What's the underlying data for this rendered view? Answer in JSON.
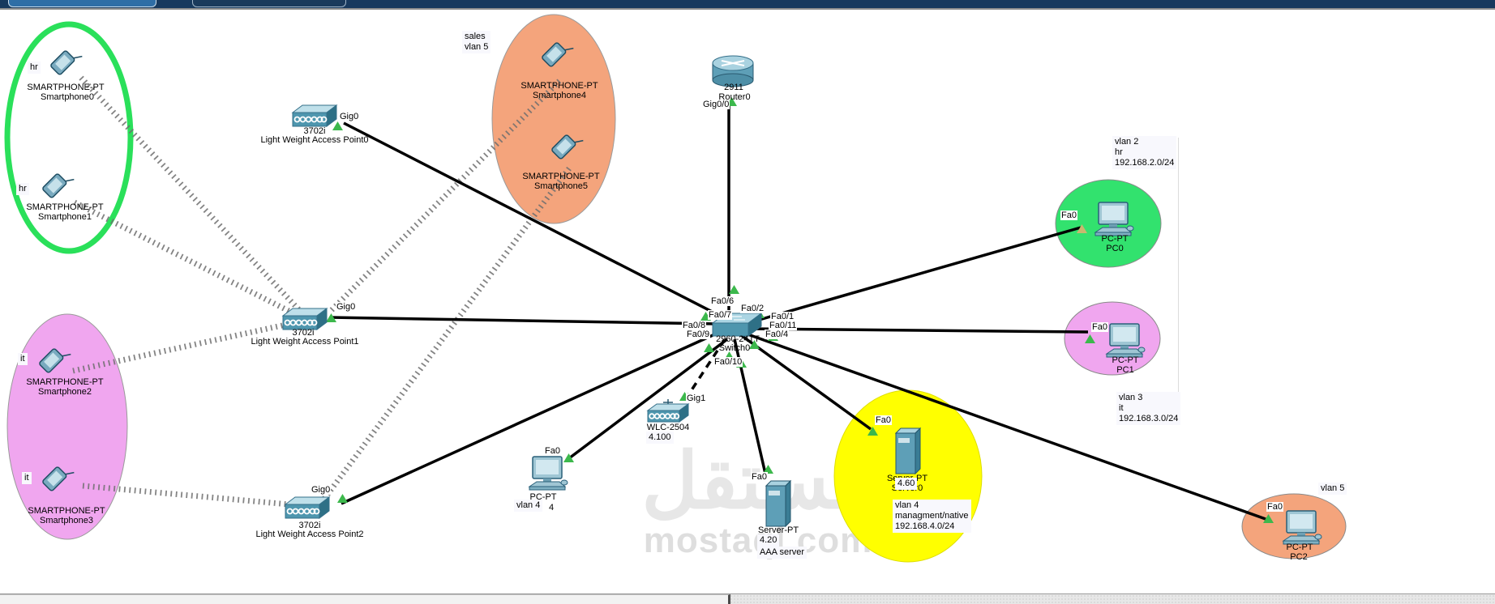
{
  "colors": {
    "hr_circle_stroke": "#2ae05a",
    "it_ellipse": "#f0a6ef",
    "sales_ellipse": "#f4a47c",
    "vlan2_ellipse": "#32e26e",
    "vlan3_ellipse": "#f0a6ef",
    "vlan4_ellipse": "#ffff00",
    "vlan5_ellipse": "#f4a47c",
    "link_up_triangle": "#3cb84c",
    "link_amber_triangle": "#c9b76f",
    "cable": "#000000",
    "wireless": "#6e6e6e"
  },
  "smartphones": [
    {
      "tag": "hr",
      "type": "SMARTPHONE-PT",
      "name": "Smartphone0"
    },
    {
      "tag": "hr",
      "type": "SMARTPHONE-PT",
      "name": "Smartphone1"
    },
    {
      "tag": "it",
      "type": "SMARTPHONE-PT",
      "name": "Smartphone2"
    },
    {
      "tag": "it",
      "type": "SMARTPHONE-PT",
      "name": "Smartphone3"
    },
    {
      "type": "SMARTPHONE-PT",
      "name": "Smartphone4"
    },
    {
      "type": "SMARTPHONE-PT",
      "name": "Smartphone5"
    }
  ],
  "access_points": [
    {
      "model": "3702i",
      "name": "Light Weight Access Point0",
      "port": "Gig0"
    },
    {
      "model": "3702i",
      "name": "Light Weight Access Point1",
      "port": "Gig0"
    },
    {
      "model": "3702i",
      "name": "Light Weight Access Point2",
      "port": "Gig0"
    }
  ],
  "router": {
    "model": "2911",
    "name": "Router0",
    "port": "Gig0/0"
  },
  "switch": {
    "model": "2960-24TT",
    "name": "Switch0",
    "ports": [
      "Fa0/6",
      "Fa0/2",
      "Fa0/7",
      "Fa0/1",
      "Fa0/8",
      "Fa0/11",
      "Fa0/9",
      "Fa0/4",
      "Fa0/10"
    ]
  },
  "wlc": {
    "model": "WLC-2504",
    "ip": "4.100",
    "port": "Gig1"
  },
  "pcs": [
    {
      "type": "PC-PT",
      "name": "PC0",
      "port": "Fa0",
      "note": "vlan 2\nhr\n192.168.2.0/24"
    },
    {
      "type": "PC-PT",
      "name": "PC1",
      "port": "Fa0",
      "note": "vlan 3\nit\n192.168.3.0/24"
    },
    {
      "type": "PC-PT",
      "name": "PC2",
      "port": "Fa0",
      "note": "vlan 5"
    },
    {
      "type": "PC-PT",
      "name": "4",
      "port": "Fa0",
      "note": "vlan 4"
    }
  ],
  "servers": [
    {
      "type": "Server-PT",
      "ip": "4.20",
      "name": "AAA server",
      "port": "Fa0"
    },
    {
      "type": "Server-PT",
      "ip": "4.60",
      "name": "Server0",
      "port": "Fa0",
      "note": "vlan 4\nmanagment/native\n192.168.4.0/24"
    }
  ],
  "area_note": "sales\nvlan 5",
  "watermark": {
    "logo": "مستقل",
    "domain": "mostaql.com"
  }
}
